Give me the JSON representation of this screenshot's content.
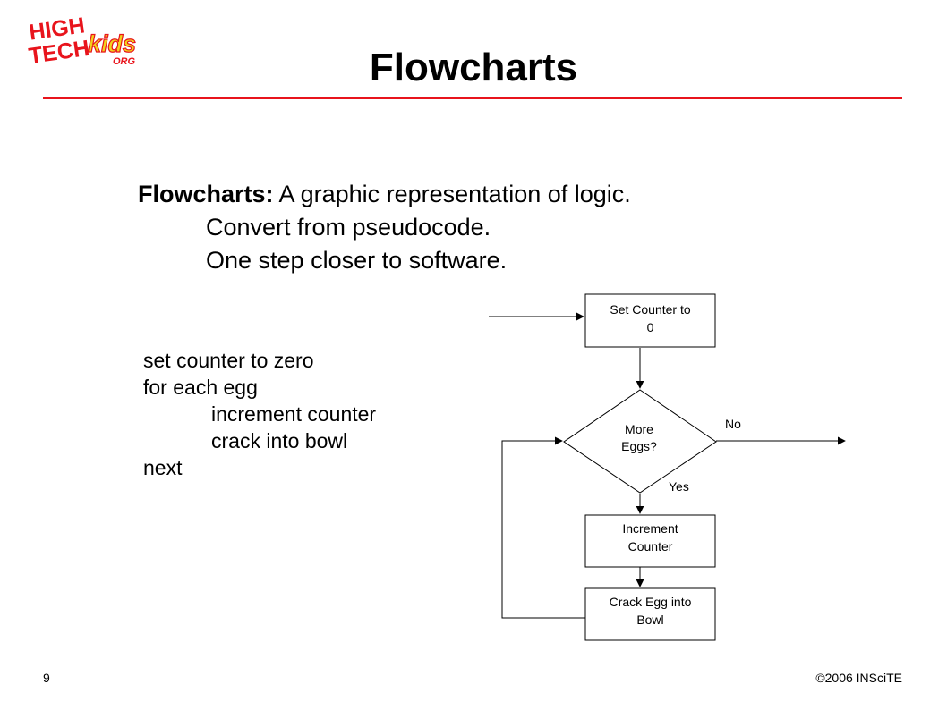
{
  "slide": {
    "title": "Flowcharts",
    "page_number": "9",
    "copyright": "©2006 INSciTE"
  },
  "logo": {
    "line1": "HIGH",
    "line2": "TECH",
    "kids": "kids",
    "org": "ORG",
    "colors": {
      "red": "#e8141c",
      "yellow": "#f2d21b"
    }
  },
  "intro": {
    "term": "Flowcharts:",
    "definition": " A graphic representation of logic.",
    "point1": "Convert from pseudocode.",
    "point2": "One step closer to software."
  },
  "pseudocode": [
    "set counter to zero",
    "for each egg",
    "increment counter",
    "crack into bowl",
    "next"
  ],
  "flowchart": {
    "set_counter": [
      "Set Counter to",
      "0"
    ],
    "decision": [
      "More",
      "Eggs?"
    ],
    "increment": [
      "Increment",
      "Counter"
    ],
    "crack": [
      "Crack Egg into",
      "Bowl"
    ],
    "yes_label": "Yes",
    "no_label": "No"
  },
  "colors": {
    "accent_rule": "#e8141c"
  }
}
